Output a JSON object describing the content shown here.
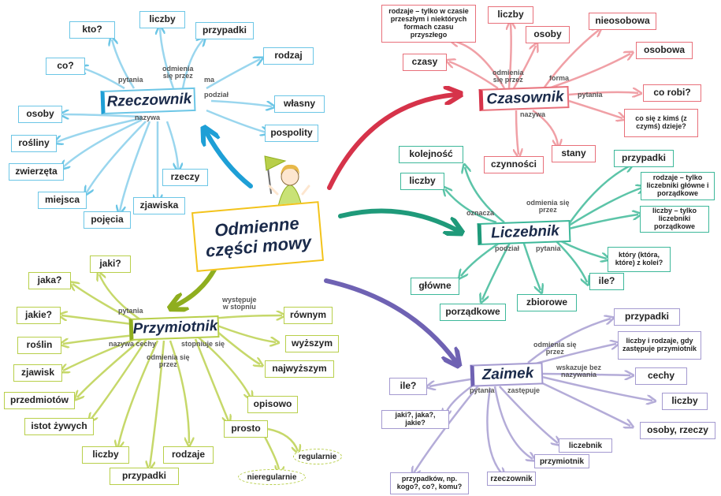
{
  "center": {
    "line1": "Odmienne",
    "line2": "części mowy"
  },
  "rzeczownik": {
    "title": "Rzeczownik",
    "labels": {
      "pytania": "pytania",
      "odmienia": "odmienia\nsię przez",
      "ma": "ma",
      "podzial": "podział",
      "nazywa": "nazywa"
    },
    "pytania": [
      "kto?",
      "co?"
    ],
    "odmiana": [
      "liczby",
      "przypadki"
    ],
    "ma": [
      "rodzaj"
    ],
    "podzial": [
      "własny",
      "pospolity"
    ],
    "nazywa": [
      "osoby",
      "rośliny",
      "zwierzęta",
      "miejsca",
      "pojęcia",
      "zjawiska",
      "rzeczy"
    ]
  },
  "czasownik": {
    "title": "Czasownik",
    "labels": {
      "odmienia": "odmienia\nsię przez",
      "forma": "forma",
      "pytania": "pytania",
      "nazywa": "nazywa"
    },
    "rodzaje_note": "rodzaje – tylko w czasie przeszłym i niektórych formach czasu przyszłego",
    "odmiana": [
      "liczby",
      "osoby",
      "czasy"
    ],
    "forma": [
      "nieosobowa",
      "osobowa"
    ],
    "pytania": [
      "co robi?",
      "co się z kimś (z czymś) dzieje?"
    ],
    "nazywa": [
      "czynności",
      "stany"
    ]
  },
  "liczebnik": {
    "title": "Liczebnik",
    "labels": {
      "oznacza": "oznacza",
      "odmienia": "odmienia się\nprzez",
      "podzial": "podział",
      "pytania": "pytania"
    },
    "oznacza": [
      "kolejność",
      "liczby"
    ],
    "odmiana": [
      "przypadki",
      "rodzaje – tylko liczebniki główne i porządkowe",
      "liczby – tylko liczebniki porządkowe"
    ],
    "podzial": [
      "główne",
      "porządkowe",
      "zbiorowe"
    ],
    "pytania": [
      "który (która, które) z kolei?",
      "ile?"
    ]
  },
  "przymiotnik": {
    "title": "Przymiotnik",
    "labels": {
      "pytania": "pytania",
      "wystepuje": "występuje\nw stopniu",
      "nazywa": "nazywa cechy",
      "stopniuje": "stopniuje się",
      "odmienia": "odmienia się\nprzez"
    },
    "pytania": [
      "jaki?",
      "jaka?",
      "jakie?"
    ],
    "stopnie": [
      "równym",
      "wyższym",
      "najwyższym"
    ],
    "nazywa": [
      "roślin",
      "zjawisk",
      "przedmiotów",
      "istot żywych"
    ],
    "odmiana": [
      "liczby",
      "rodzaje",
      "przypadki"
    ],
    "stopniowanie": [
      "opisowo",
      "prosto",
      "regularnie",
      "nieregularnie"
    ]
  },
  "zaimek": {
    "title": "Zaimek",
    "labels": {
      "odmienia": "odmienia się\nprzez",
      "wskazuje": "wskazuje bez\nnazywania",
      "pytania": "pytania",
      "zastepuje": "zastępuje"
    },
    "odmiana": [
      "przypadki",
      "liczby i rodzaje, gdy zastępuje przymiotnik"
    ],
    "wskazuje": [
      "cechy",
      "liczby",
      "osoby, rzeczy"
    ],
    "pytania": [
      "ile?",
      "jaki?, jaka?, jakie?",
      "przypadków, np. kogo?, co?, komu?"
    ],
    "zastepuje": [
      "liczebnik",
      "przymiotnik",
      "rzeczownik"
    ]
  },
  "colors": {
    "rzeczownik": "#6cc6e6",
    "czasownik": "#e8707a",
    "liczebnik": "#3db89a",
    "przymiotnik": "#b8cf4a",
    "zaimek": "#a49ad0",
    "center": "#f3c31b"
  }
}
